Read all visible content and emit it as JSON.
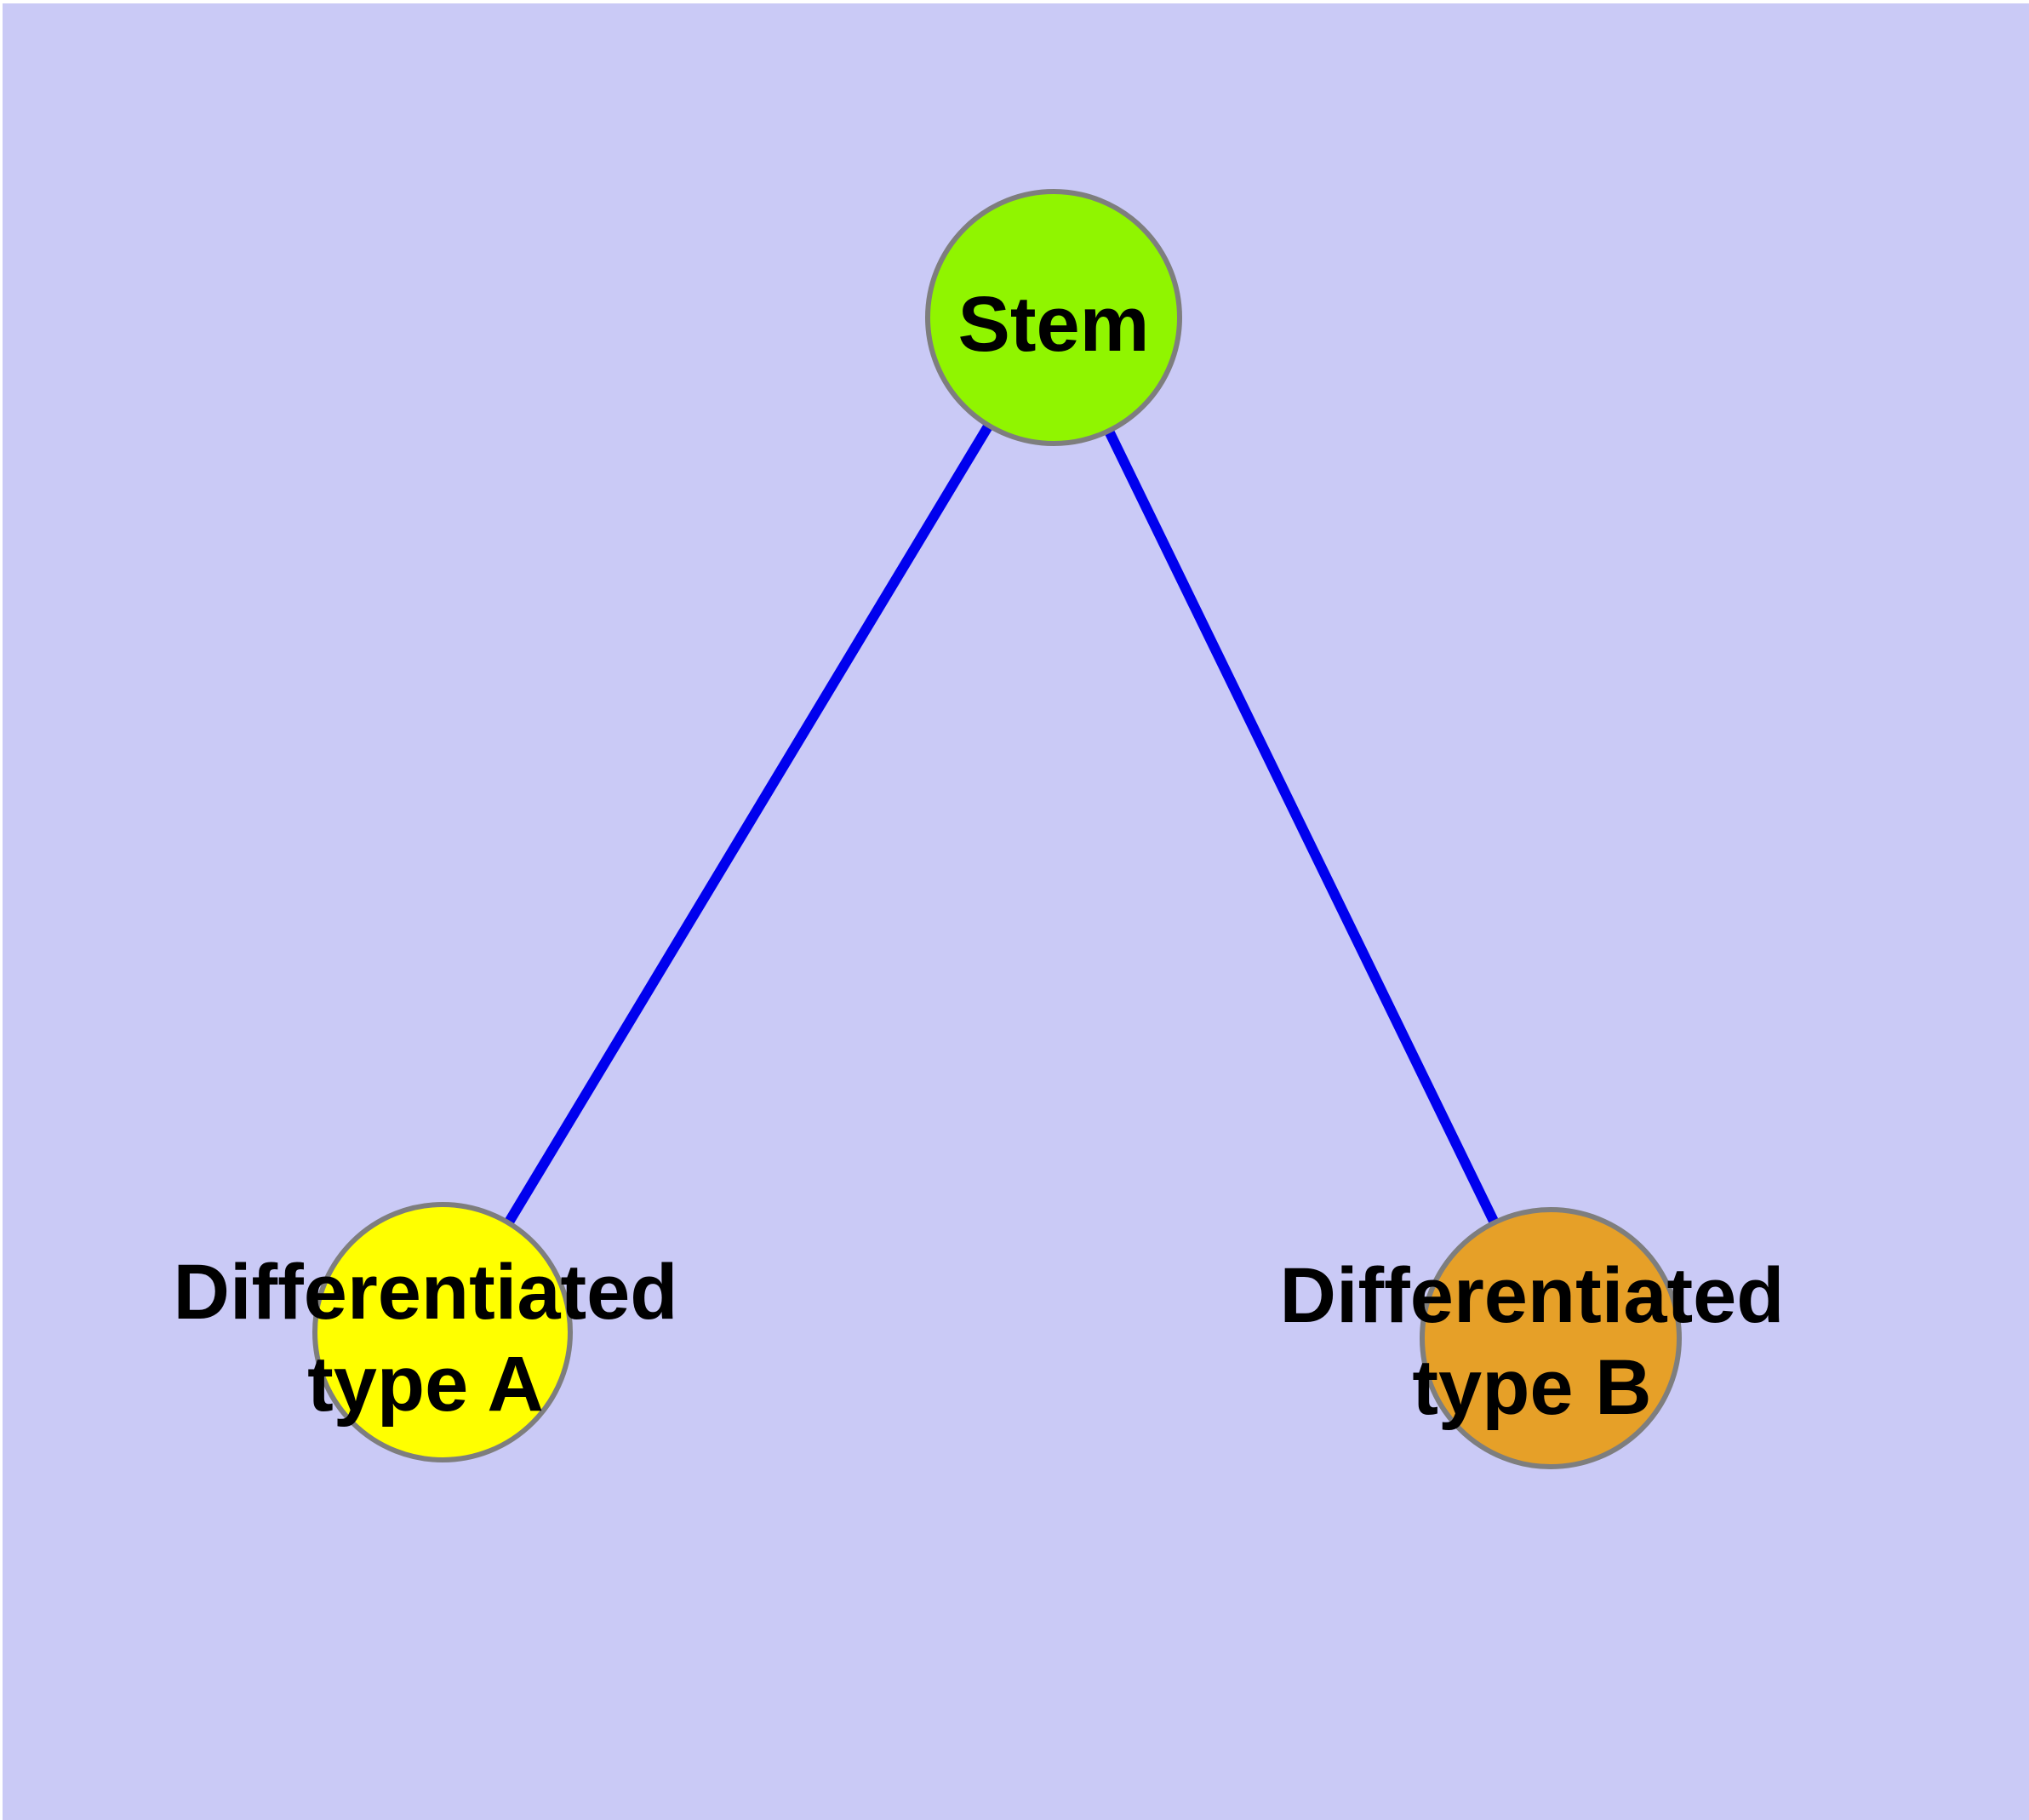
{
  "canvas": {
    "margin_color": "#FFFFFF",
    "background_color": "#CACAF6"
  },
  "graph": {
    "text_color": "#000000",
    "nodes": [
      {
        "id": "stem",
        "label_lines": [
          "Stem"
        ],
        "fill_color": "#90F500",
        "border_color": "#7E7E7E"
      },
      {
        "id": "differentiated-type-a",
        "label_lines": [
          "Differentiated",
          "type A"
        ],
        "fill_color": "#FFFF00",
        "border_color": "#7E7E7E"
      },
      {
        "id": "differentiated-type-b",
        "label_lines": [
          "Differentiated",
          "type B"
        ],
        "fill_color": "#E6A028",
        "border_color": "#7E7E7E"
      }
    ],
    "edges": [
      {
        "from": "stem",
        "to": "differentiated-type-a",
        "color": "#0000EE"
      },
      {
        "from": "stem",
        "to": "differentiated-type-b",
        "color": "#0000EE"
      }
    ]
  }
}
